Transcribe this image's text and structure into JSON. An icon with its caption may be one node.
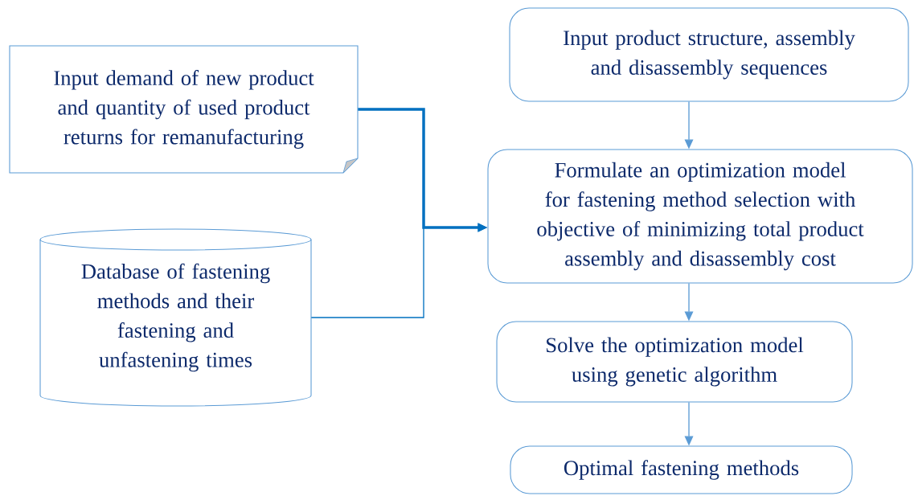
{
  "diagram": {
    "nodes": [
      {
        "text": [
          "Input demand of new product and quantity of used product returns for remanufacturing"
        ]
      },
      {
        "text": [
          "Database of fastening methods and their fastening and unfastening times"
        ]
      },
      {
        "text": [
          "Input product structure, assembly and disassembly sequences"
        ]
      },
      {
        "text": [
          "Formulate an optimization model for fastening method selection with objective of minimizing total product assembly and disassembly cost"
        ]
      },
      {
        "text": [
          "Solve the optimization model using genetic algorithm"
        ]
      },
      {
        "text": [
          "Optimal fastening methods"
        ]
      }
    ],
    "edges": [
      {
        "from": 0,
        "to": 3,
        "arrow": "to",
        "style": "thick",
        "color": "#0070c0"
      },
      {
        "from": 1,
        "to": 3,
        "arrow": "to",
        "color": "#0070c0"
      },
      {
        "from": 2,
        "to": 3,
        "arrow": "to"
      },
      {
        "from": 3,
        "to": 4,
        "arrow": "to"
      },
      {
        "from": 4,
        "to": 5,
        "arrow": "to"
      }
    ]
  }
}
